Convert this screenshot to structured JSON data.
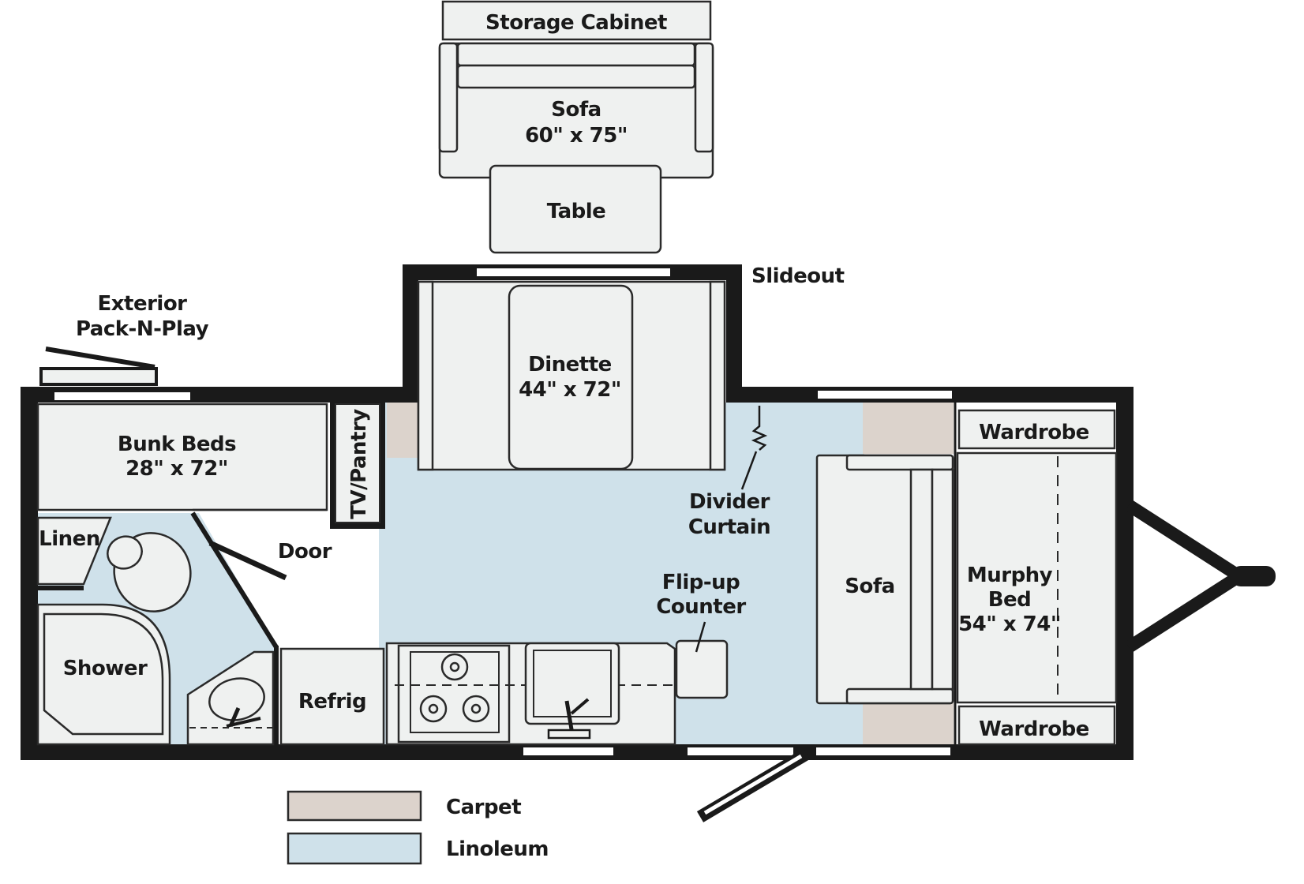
{
  "colors": {
    "wall": "#1a1a1a",
    "carpet": "#dcd3cc",
    "linoleum": "#cfe1ea",
    "furniture": "#eff1f0",
    "furniture_stroke": "#2a2a2a"
  },
  "slideout_room": {
    "storage_cabinet": "Storage Cabinet",
    "sofa_name": "Sofa",
    "sofa_size": "60\" x 75\"",
    "table": "Table"
  },
  "labels": {
    "slideout": "Slideout",
    "exterior_line1": "Exterior",
    "exterior_line2": "Pack-N-Play",
    "dinette_name": "Dinette",
    "dinette_size": "44\" x 72\"",
    "bunk_name": "Bunk Beds",
    "bunk_size": "28\" x 72\"",
    "tv_pantry": "TV/Pantry",
    "linen": "Linen",
    "door": "Door",
    "shower": "Shower",
    "refrig": "Refrig",
    "divider_line1": "Divider",
    "divider_line2": "Curtain",
    "flipup_line1": "Flip-up",
    "flipup_line2": "Counter",
    "sofa": "Sofa",
    "murphy_line1": "Murphy",
    "murphy_line2": "Bed",
    "murphy_size": "54\" x 74\"",
    "wardrobe_top": "Wardrobe",
    "wardrobe_bottom": "Wardrobe"
  },
  "legend": [
    {
      "label": "Carpet",
      "color": "#dcd3cc"
    },
    {
      "label": "Linoleum",
      "color": "#cfe1ea"
    }
  ]
}
